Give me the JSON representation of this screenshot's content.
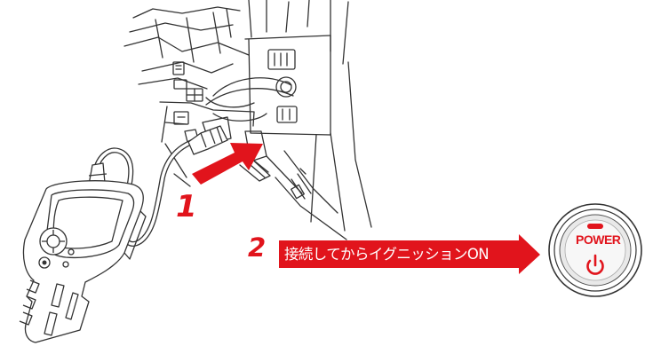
{
  "steps": [
    {
      "number": "1"
    },
    {
      "number": "2",
      "text": "接続してからイグニッションON"
    }
  ],
  "power_button": {
    "label": "POWER"
  },
  "colors": {
    "accent": "#e1141c",
    "line": "#333333",
    "fill": "#ffffff"
  }
}
